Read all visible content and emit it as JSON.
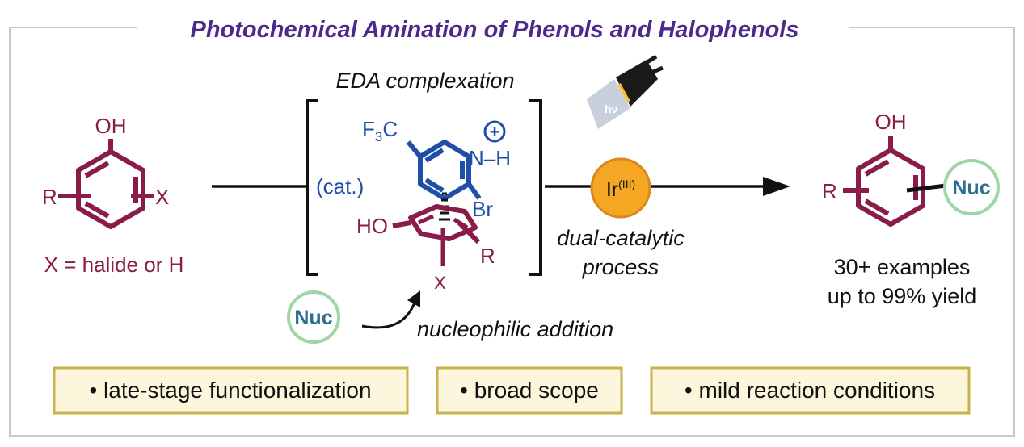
{
  "title": "Photochemical Amination of Phenols and Halophenols",
  "reactant": {
    "oh": "OH",
    "r": "R",
    "x": "X",
    "caption": "X = halide or H"
  },
  "complex": {
    "header": "EDA complexation",
    "cf3_main": "F",
    "cf3_sub": "3",
    "cf3_tail": "C",
    "plus": "+",
    "cat": "(cat.)",
    "nh": "N–H",
    "br": "Br",
    "ho": "HO",
    "r": "R",
    "x": "X"
  },
  "nucleophile": {
    "label": "Nuc",
    "step": "nucleophilic addition"
  },
  "conditions": {
    "light": "hν",
    "catalyst_main": "Ir",
    "catalyst_sup": "(III)",
    "process_line1": "dual-catalytic",
    "process_line2": "process"
  },
  "product": {
    "oh": "OH",
    "r": "R",
    "nuc": "Nuc",
    "line1": "30+ examples",
    "line2": "up to 99% yield"
  },
  "features": [
    "• late-stage functionalization",
    "• broad scope",
    "• mild reaction conditions"
  ],
  "colors": {
    "title": "#4b2a8c",
    "phenol": "#8a1c4a",
    "pyridinium": "#1f4fa8",
    "catalyst": "#f5a623",
    "nucleophile_ring": "#9fd6a8",
    "nucleophile_text": "#2a6f8f",
    "feature_box_fill": "#fbf6dc",
    "feature_box_border": "#c9b24a"
  },
  "icons": [
    "flashlight-icon"
  ]
}
